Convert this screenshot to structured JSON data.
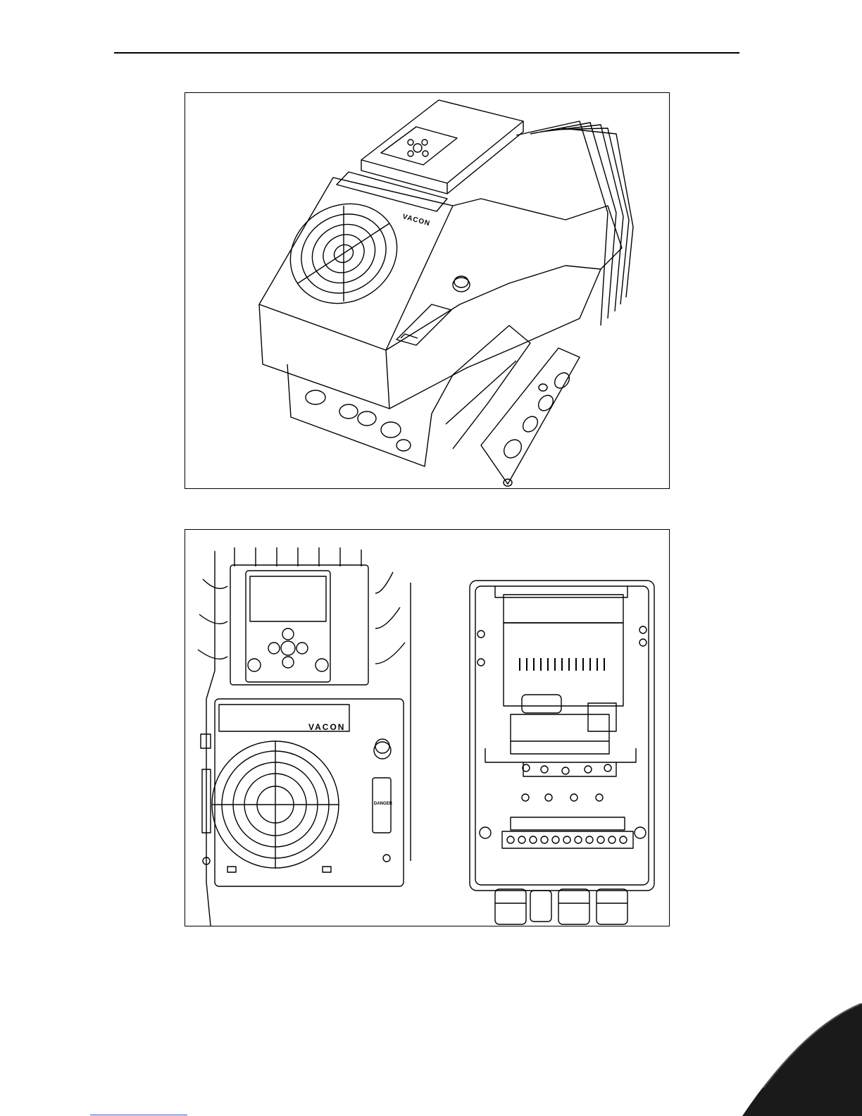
{
  "figure1": {
    "brand_label": "VACON"
  },
  "figure2": {
    "brand_label": "VACON",
    "warning_label": "DANGER"
  }
}
